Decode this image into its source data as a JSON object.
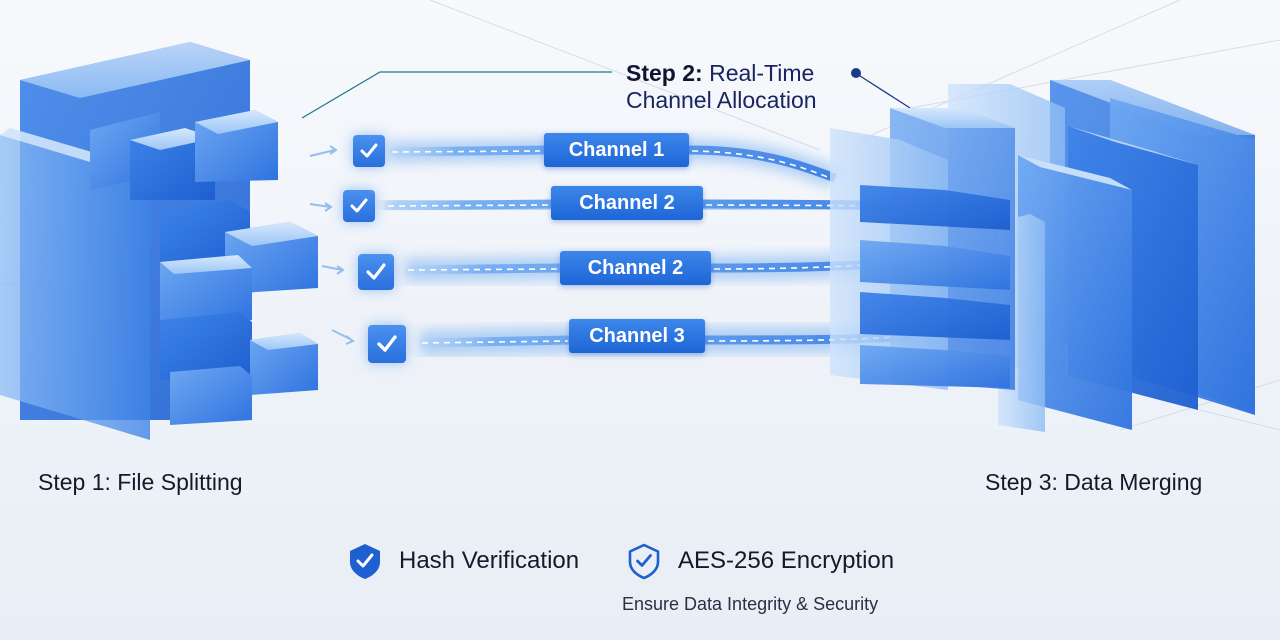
{
  "steps": {
    "step1": "Step 1: File Splitting",
    "step2_prefix": "Step 2:",
    "step2_line1_rest": " Real-Time",
    "step2_line2": "Channel Allocation",
    "step3": "Step 3: Data Merging"
  },
  "channels": [
    {
      "label": "Channel 1"
    },
    {
      "label": "Channel 2"
    },
    {
      "label": "Channel 2"
    },
    {
      "label": "Channel 3"
    }
  ],
  "features": {
    "hash": "Hash Verification",
    "aes": "AES-256 Encryption",
    "tagline": "Ensure Data Integrity & Security"
  },
  "icons": {
    "hash": "shield-check-filled-icon",
    "aes": "shield-check-outline-icon",
    "channel_check": "checkmark-icon"
  },
  "colors": {
    "accent": "#1e66d6",
    "block": "#3f86e8",
    "block_light": "#8cbcf4",
    "text": "#15192a"
  }
}
